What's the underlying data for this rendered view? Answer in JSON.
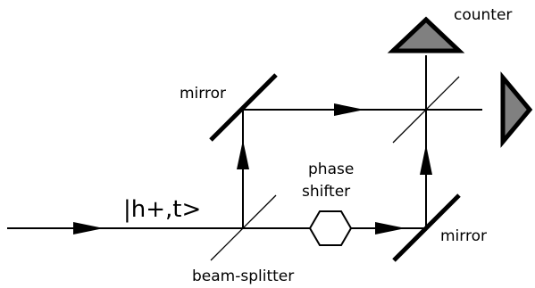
{
  "labels": {
    "counter": "counter",
    "mirror_top": "mirror",
    "phase_shifter_line1": "phase",
    "phase_shifter_line2": "shifter",
    "state": "|h+,t>",
    "mirror_bottom": "mirror",
    "beam_splitter": "beam-splitter"
  },
  "colors": {
    "line": "#000000",
    "detector_fill": "#808080",
    "background": "#ffffff"
  }
}
